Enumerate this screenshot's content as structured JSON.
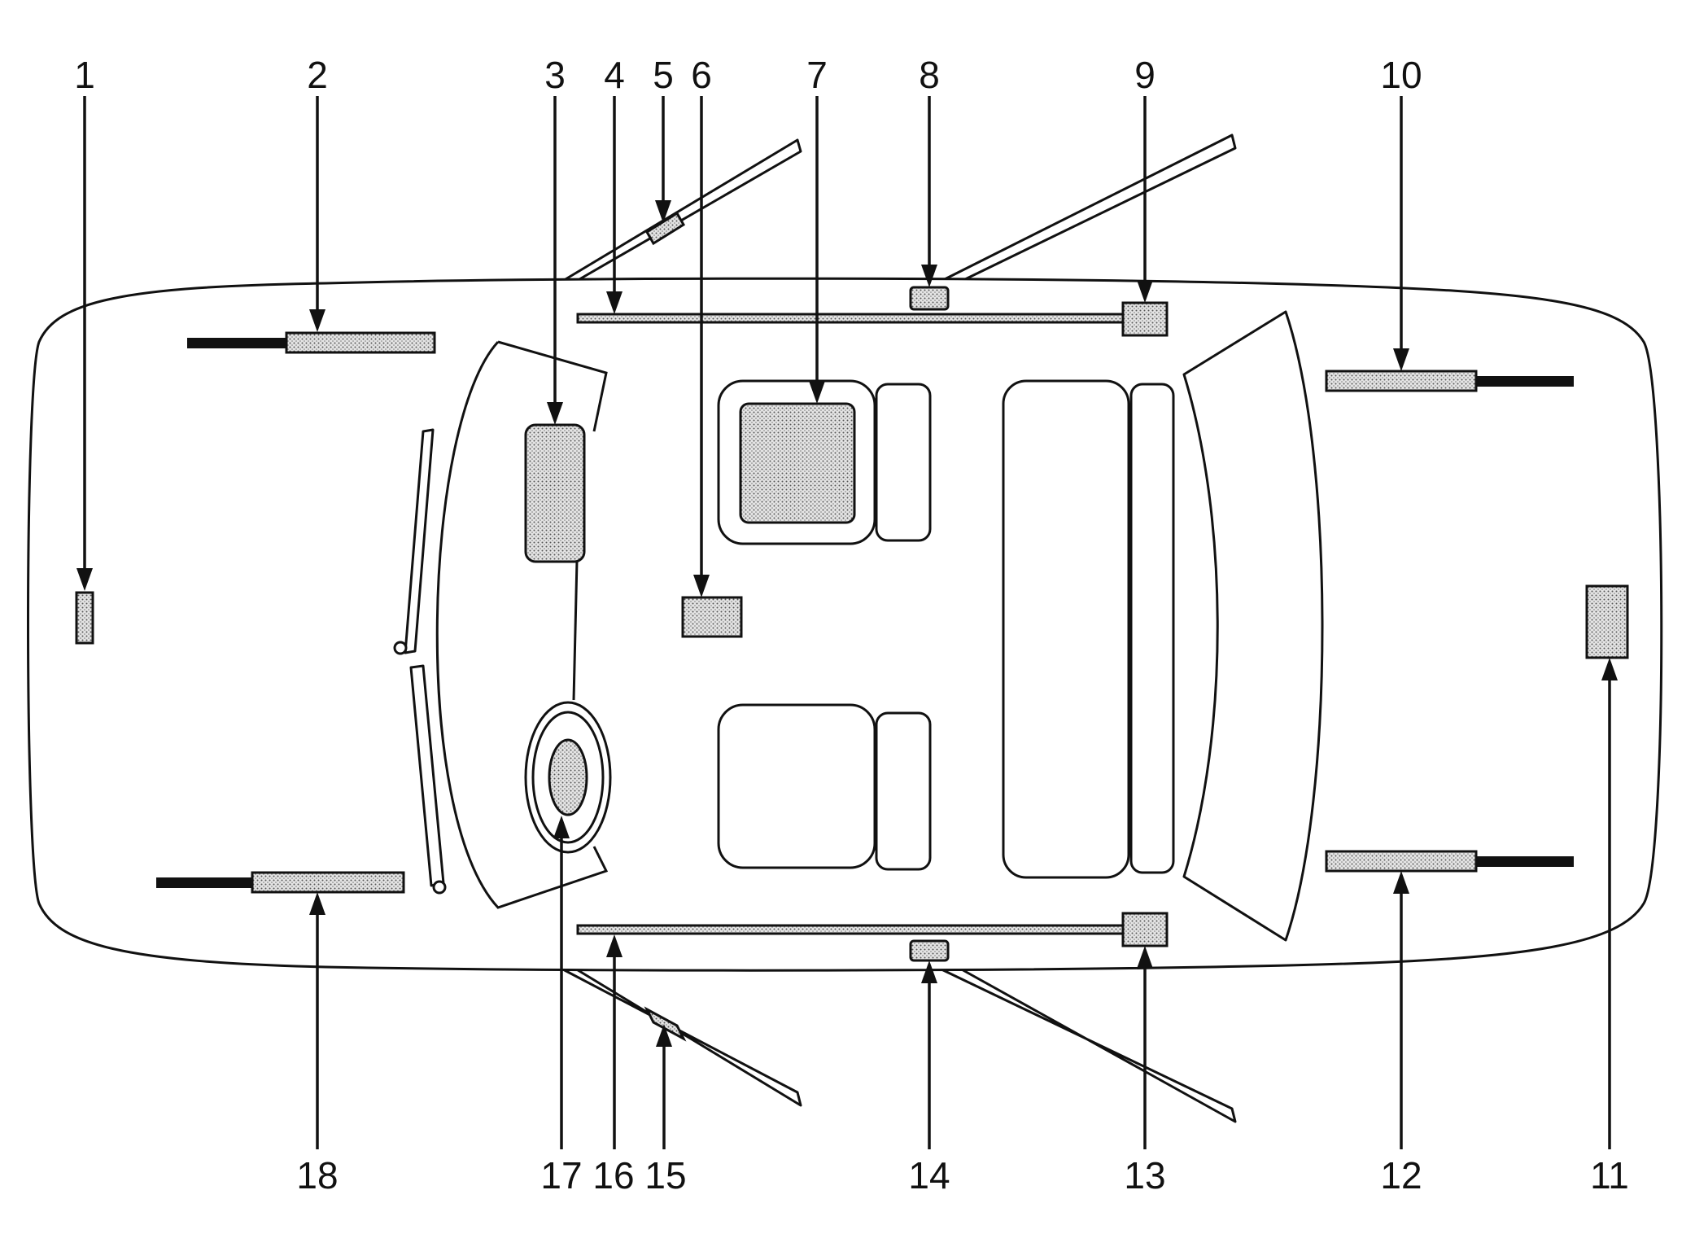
{
  "callouts": [
    {
      "id": "c1",
      "label": "1"
    },
    {
      "id": "c2",
      "label": "2"
    },
    {
      "id": "c3",
      "label": "3"
    },
    {
      "id": "c4",
      "label": "4"
    },
    {
      "id": "c5",
      "label": "5"
    },
    {
      "id": "c6",
      "label": "6"
    },
    {
      "id": "c7",
      "label": "7"
    },
    {
      "id": "c8",
      "label": "8"
    },
    {
      "id": "c9",
      "label": "9"
    },
    {
      "id": "c10",
      "label": "10"
    },
    {
      "id": "c11",
      "label": "11"
    },
    {
      "id": "c12",
      "label": "12"
    },
    {
      "id": "c13",
      "label": "13"
    },
    {
      "id": "c14",
      "label": "14"
    },
    {
      "id": "c15",
      "label": "15"
    },
    {
      "id": "c16",
      "label": "16"
    },
    {
      "id": "c17",
      "label": "17"
    },
    {
      "id": "c18",
      "label": "18"
    }
  ],
  "colors": {
    "line": "#111111",
    "fill": "#ffffff",
    "component_fill": "#cfcfcf"
  }
}
